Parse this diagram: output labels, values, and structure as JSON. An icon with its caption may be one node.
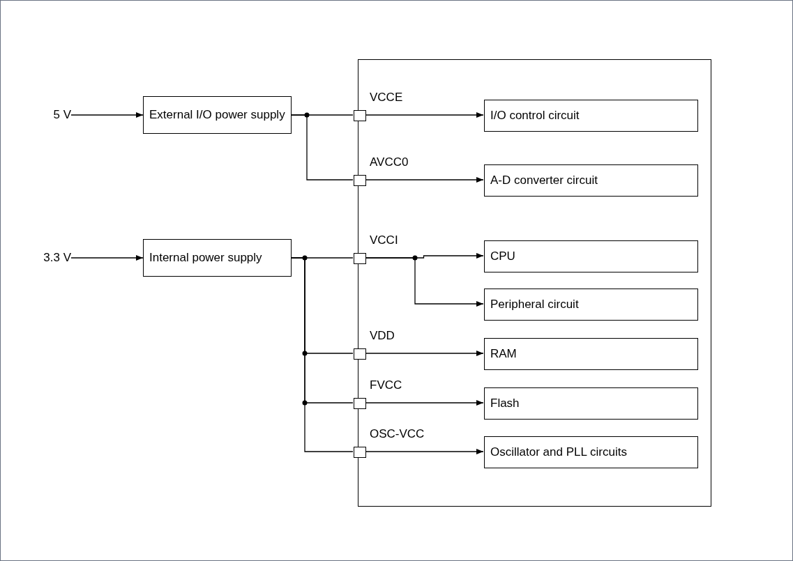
{
  "diagram": {
    "nodes": [
      {
        "text": [
          "5 V"
        ]
      },
      {
        "text": [
          "External I/O power supply"
        ]
      },
      {
        "text": [
          "3.3 V"
        ]
      },
      {
        "text": [
          "Internal power supply"
        ]
      },
      {
        "text": [],
        "shape": "box"
      },
      {
        "text": [],
        "shape": "box",
        "in": 4,
        "beside": [
          "VCCE"
        ]
      },
      {
        "text": [],
        "shape": "box",
        "in": 4,
        "beside": [
          "AVCC0"
        ]
      },
      {
        "text": [],
        "shape": "box",
        "in": 4,
        "beside": [
          "VCCI"
        ]
      },
      {
        "text": [],
        "shape": "box",
        "in": 4,
        "beside": [
          "VDD"
        ]
      },
      {
        "text": [],
        "shape": "box",
        "in": 4,
        "beside": [
          "FVCC"
        ]
      },
      {
        "text": [],
        "shape": "box",
        "in": 4,
        "beside": [
          "OSC-VCC"
        ]
      },
      {
        "text": [
          "I/O control circuit"
        ],
        "in": 4
      },
      {
        "text": [
          "A-D converter circuit"
        ],
        "in": 4
      },
      {
        "text": [
          "CPU"
        ],
        "in": 4
      },
      {
        "text": [
          "Peripheral circuit"
        ],
        "in": 4
      },
      {
        "text": [
          "RAM"
        ],
        "in": 4
      },
      {
        "text": [
          "Flash"
        ],
        "in": 4
      },
      {
        "text": [
          "Oscillator and PLL circuits"
        ],
        "in": 4
      }
    ],
    "edges": [
      {
        "from": 0,
        "to": 1,
        "arrow": "to"
      },
      {
        "from": 2,
        "to": 3,
        "arrow": "to"
      },
      {
        "from": 1,
        "to": 5,
        "arrow": "none"
      },
      {
        "from": 1,
        "to": 6,
        "arrow": "none"
      },
      {
        "from": 3,
        "to": 7,
        "arrow": "none"
      },
      {
        "from": 3,
        "to": 8,
        "arrow": "none"
      },
      {
        "from": 3,
        "to": 9,
        "arrow": "none"
      },
      {
        "from": 3,
        "to": 10,
        "arrow": "none"
      },
      {
        "from": 5,
        "to": 11,
        "arrow": "to"
      },
      {
        "from": 6,
        "to": 12,
        "arrow": "to"
      },
      {
        "from": 7,
        "to": 13,
        "arrow": "to"
      },
      {
        "from": 7,
        "to": 14,
        "arrow": "to"
      },
      {
        "from": 8,
        "to": 15,
        "arrow": "to"
      },
      {
        "from": 9,
        "to": 16,
        "arrow": "to"
      },
      {
        "from": 10,
        "to": 17,
        "arrow": "to"
      }
    ]
  }
}
